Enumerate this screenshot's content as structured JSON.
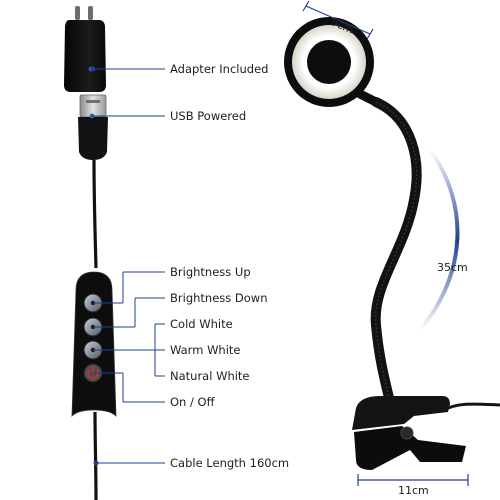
{
  "colors": {
    "accent": "#1f3f8f",
    "leader": "#1f3f8f",
    "device": "#111111",
    "ring_light": "#f1efe6",
    "power_red": "#c8321e"
  },
  "callouts": {
    "adapter": "Adapter Included",
    "usb": "USB Powered",
    "brightness_up": "Brightness Up",
    "brightness_down": "Brightness Down",
    "cold_white": "Cold White",
    "warm_white": "Warm White",
    "natural_white": "Natural White",
    "on_off": "On / Off",
    "cable_length": "Cable Length 160cm"
  },
  "dimensions": {
    "ring_diameter": "9cm",
    "neck_length": "35cm",
    "clip_width": "11cm"
  },
  "icons": [
    "plug-adapter-icon",
    "usb-connector-icon",
    "controller-button-icon",
    "power-button-icon",
    "ring-lamp-icon",
    "clamp-icon"
  ]
}
